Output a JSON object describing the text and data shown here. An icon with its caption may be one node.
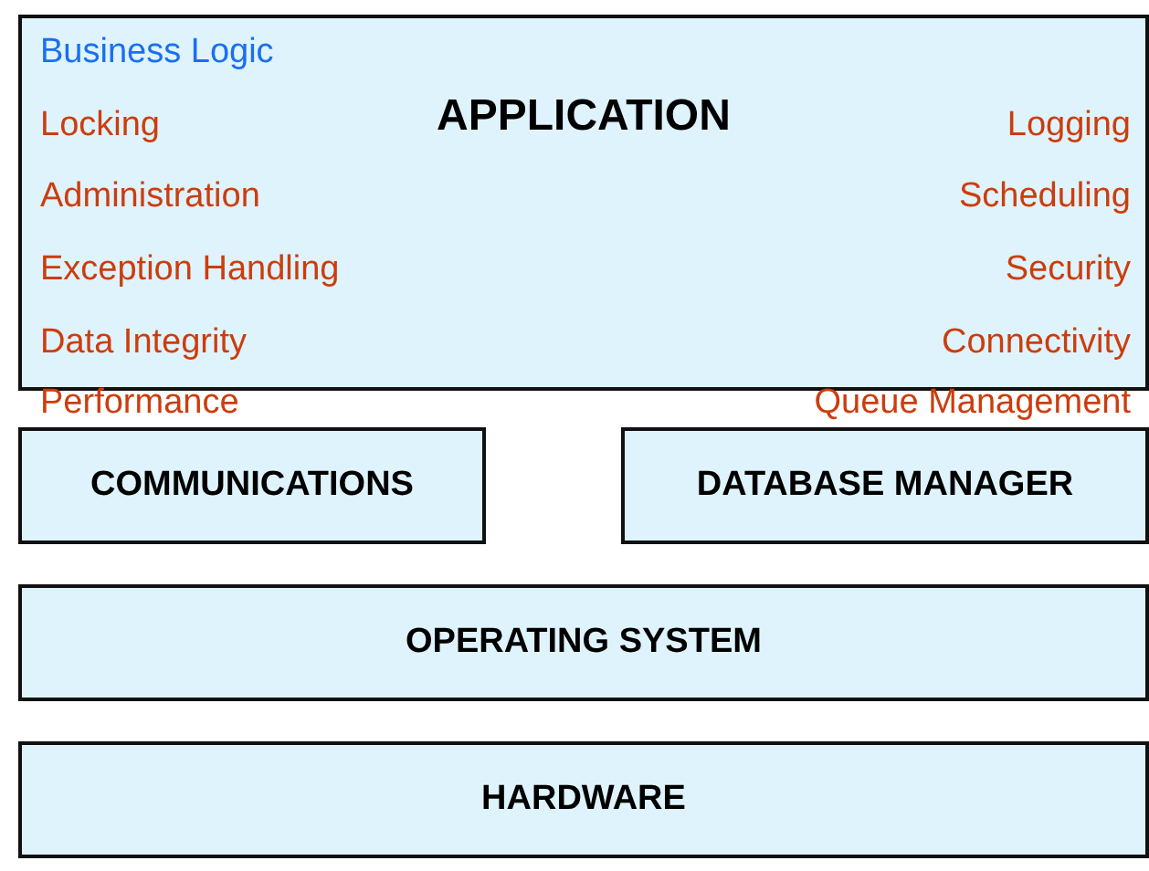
{
  "diagram": {
    "nodes": [
      {
        "text": [
          "APPLICATION"
        ]
      },
      {
        "text": [
          "COMMUNICATIONS"
        ]
      },
      {
        "text": [
          "DATABASE MANAGER"
        ]
      },
      {
        "text": [
          "OPERATING SYSTEM"
        ]
      },
      {
        "text": [
          "HARDWARE"
        ]
      }
    ],
    "labels": [
      "Business Logic",
      "Locking",
      "Logging",
      "Administration",
      "Scheduling",
      "Exception Handling",
      "Security",
      "Data Integrity",
      "Connectivity",
      "Performance",
      "Queue Management"
    ]
  }
}
